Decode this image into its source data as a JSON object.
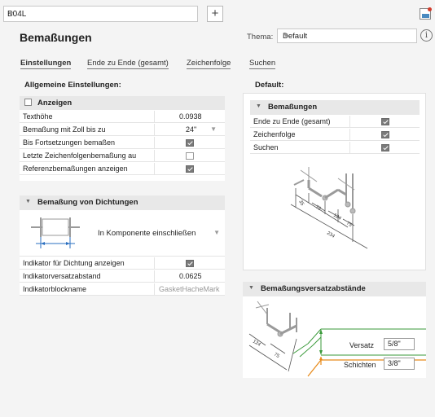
{
  "topbar": {
    "style_selector": {
      "value": "B04L"
    },
    "add_label": "+",
    "palette_icon": "palette-icon"
  },
  "header": {
    "title": "Bemaßungen",
    "theme_label": "Thema:",
    "theme_value": "Default",
    "info_icon": "info-icon"
  },
  "tabs": [
    {
      "label": "Einstellungen",
      "active": true
    },
    {
      "label": "Ende zu Ende (gesamt)",
      "active": false
    },
    {
      "label": "Zeichenfolge",
      "active": false
    },
    {
      "label": "Suchen",
      "active": false
    }
  ],
  "general": {
    "heading": "Allgemeine Einstellungen:",
    "display": {
      "title": "Anzeigen",
      "rows": [
        {
          "label": "Texthöhe",
          "value": "0.0938"
        },
        {
          "label": "Bemaßung mit Zoll bis zu",
          "value": "24\""
        },
        {
          "label": "Bis Fortsetzungen bemaßen",
          "checked": true
        },
        {
          "label": "Letzte Zeichenfolgenbemaßung au",
          "checked": false
        },
        {
          "label": "Referenzbemaßungen anzeigen",
          "checked": true
        }
      ]
    },
    "gasket": {
      "title": "Bemaßung von Dichtungen",
      "option": "In Komponente einschließen",
      "rows": [
        {
          "label": "Indikator für Dichtung anzeigen",
          "checked": true
        },
        {
          "label": "Indikatorversatzabstand",
          "value": "0.0625"
        },
        {
          "label": "Indikatorblockname",
          "value": "GasketHacheMark"
        }
      ]
    }
  },
  "defaults": {
    "heading": "Default:",
    "dimensions": {
      "title": "Bemaßungen",
      "rows": [
        {
          "label": "Ende zu Ende (gesamt)",
          "checked": true
        },
        {
          "label": "Zeichenfolge",
          "checked": true
        },
        {
          "label": "Suchen",
          "checked": true
        }
      ]
    },
    "offsets": {
      "title": "Bemaßungsversatzabstände",
      "versatz_label": "Versatz",
      "versatz_value": "5/8\"",
      "schichten_label": "Schichten",
      "schichten_value": "3/8\""
    },
    "diagram_labels": {
      "a": "35",
      "b": "72",
      "c": "124",
      "d": "75",
      "e": "234"
    }
  },
  "colors": {
    "green": "#3a9a3a",
    "orange": "#e88a1a",
    "blue": "#2a6fc0",
    "gray": "#9a9a9a"
  }
}
